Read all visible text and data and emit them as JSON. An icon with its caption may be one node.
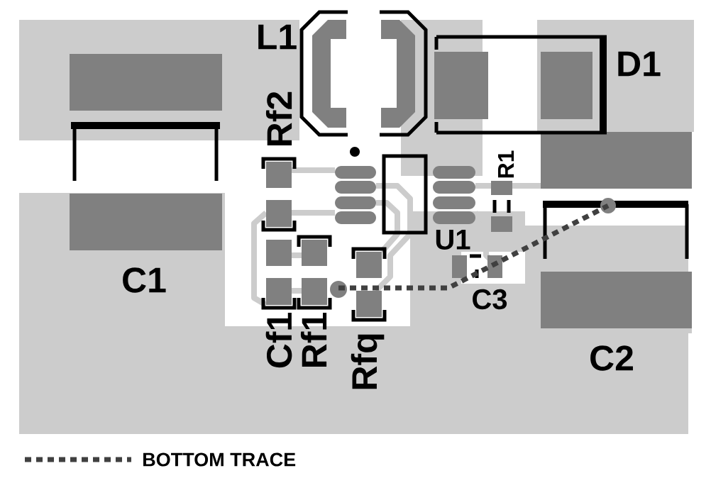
{
  "diagram": {
    "labels": [
      "L1",
      "D1",
      "Rf2",
      "R1",
      "U1",
      "C1",
      "C3",
      "C2",
      "Cf1",
      "Rf1",
      "Rfq"
    ],
    "legend": [
      {
        "text": "BOTTOM TRACE"
      }
    ]
  }
}
